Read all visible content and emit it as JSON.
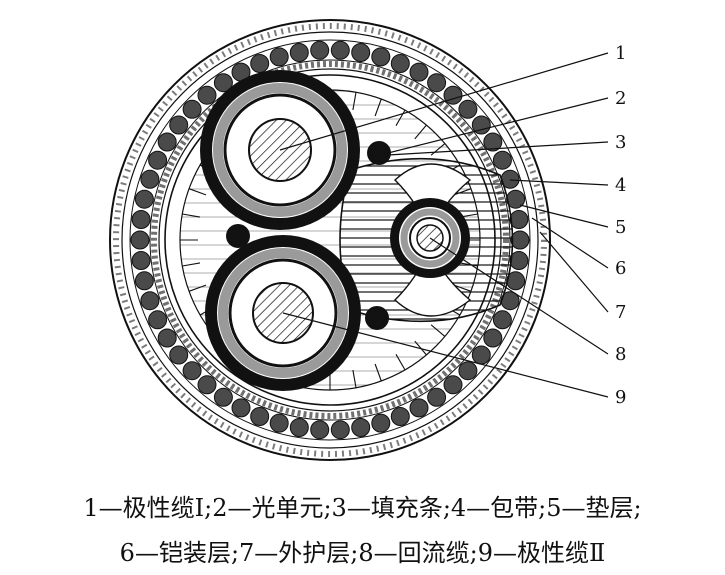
{
  "figure": {
    "callout_numbers": [
      "1",
      "2",
      "3",
      "4",
      "5",
      "6",
      "7",
      "8",
      "9"
    ]
  },
  "caption": {
    "line1": "1—极性缆Ⅰ;2—光单元;3—填充条;4—包带;5—垫层;",
    "line2": "6—铠装层;7—外护层;8—回流缆;9—极性缆Ⅱ"
  },
  "colors": {
    "ink": "#111111",
    "armor_wire": "#4a4a4a",
    "insulation_ring": "#9a9a9a",
    "sheath_black": "#111111"
  }
}
